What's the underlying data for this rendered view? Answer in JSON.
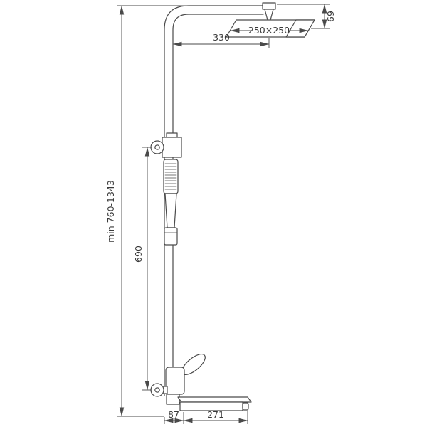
{
  "colors": {
    "line": "#4a4a4a",
    "background": "#ffffff"
  },
  "dimensions": {
    "head_drop": "69",
    "head_size": "250×250",
    "arm_reach": "330",
    "riser_height": "min 760-1343",
    "slider_travel": "690",
    "spout_offset": "87",
    "spout_reach": "271"
  }
}
